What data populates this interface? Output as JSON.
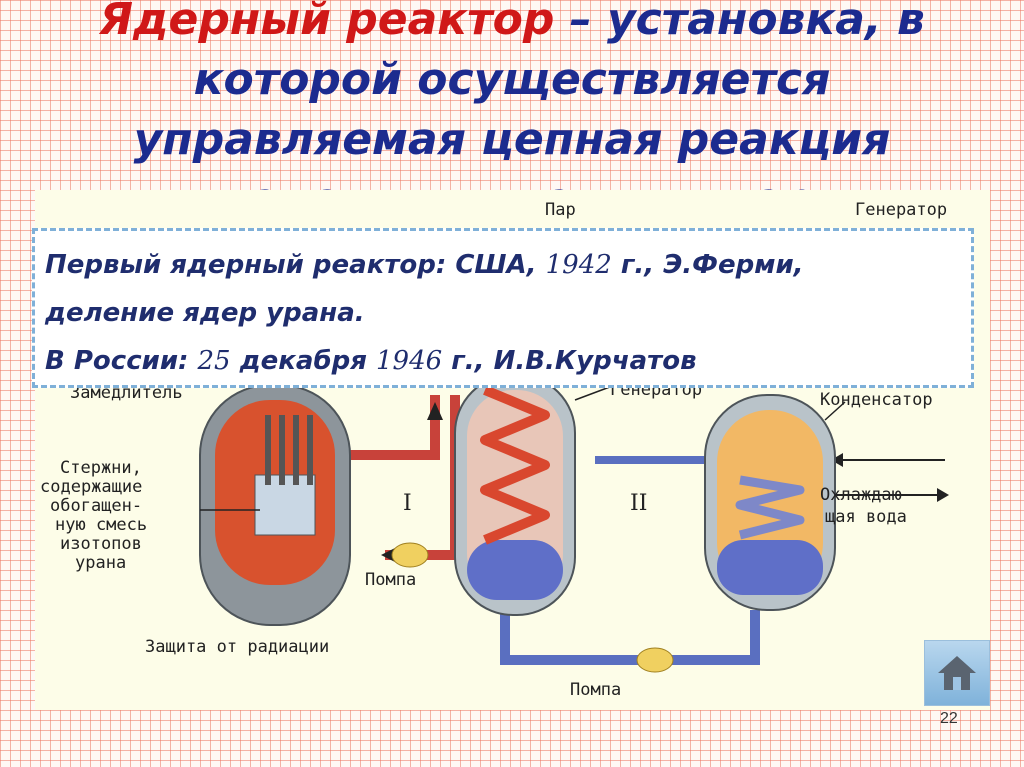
{
  "slide": {
    "title_red": "Ядерный реактор",
    "title_rest": " – установка, в которой осуществляется управляемая цепная реакция деления тяжелых ядер",
    "page_number": "22"
  },
  "diagram": {
    "labels": {
      "steam": "Пар",
      "generator_top": "Генератор",
      "moderator": "Замедлитель",
      "generator_mid": "Генератор",
      "condenser": "Конденсатор",
      "rods_1": "Стержни,",
      "rods_2": "содержащие",
      "rods_3": "обогащен-",
      "rods_4": "ную смесь",
      "rods_5": "изотопов",
      "rods_6": "урана",
      "pump_1": "Помпа",
      "cooling_1": "Охлаждаю-",
      "cooling_2": "щая вода",
      "circuit_1": "I",
      "circuit_2": "II",
      "protection": "Защита от радиации",
      "pump_2": "Помпа"
    }
  },
  "info": {
    "l1_a": "Первый ядерный реактор: США, ",
    "l1_year": "1942",
    "l1_b": " г., Э.Ферми,",
    "l2": "деление ядер урана.",
    "l3_a": "В России: ",
    "l3_day": "25",
    "l3_b": " декабря ",
    "l3_year": "1946",
    "l3_c": " г., И.В.Курчатов"
  },
  "colors": {
    "title_blue": "#1c2b8f",
    "title_red": "#d01818",
    "pipe_red": "#c8423a",
    "pipe_blue": "#5a6fc0"
  },
  "nav": {
    "home_icon": "home-icon"
  }
}
